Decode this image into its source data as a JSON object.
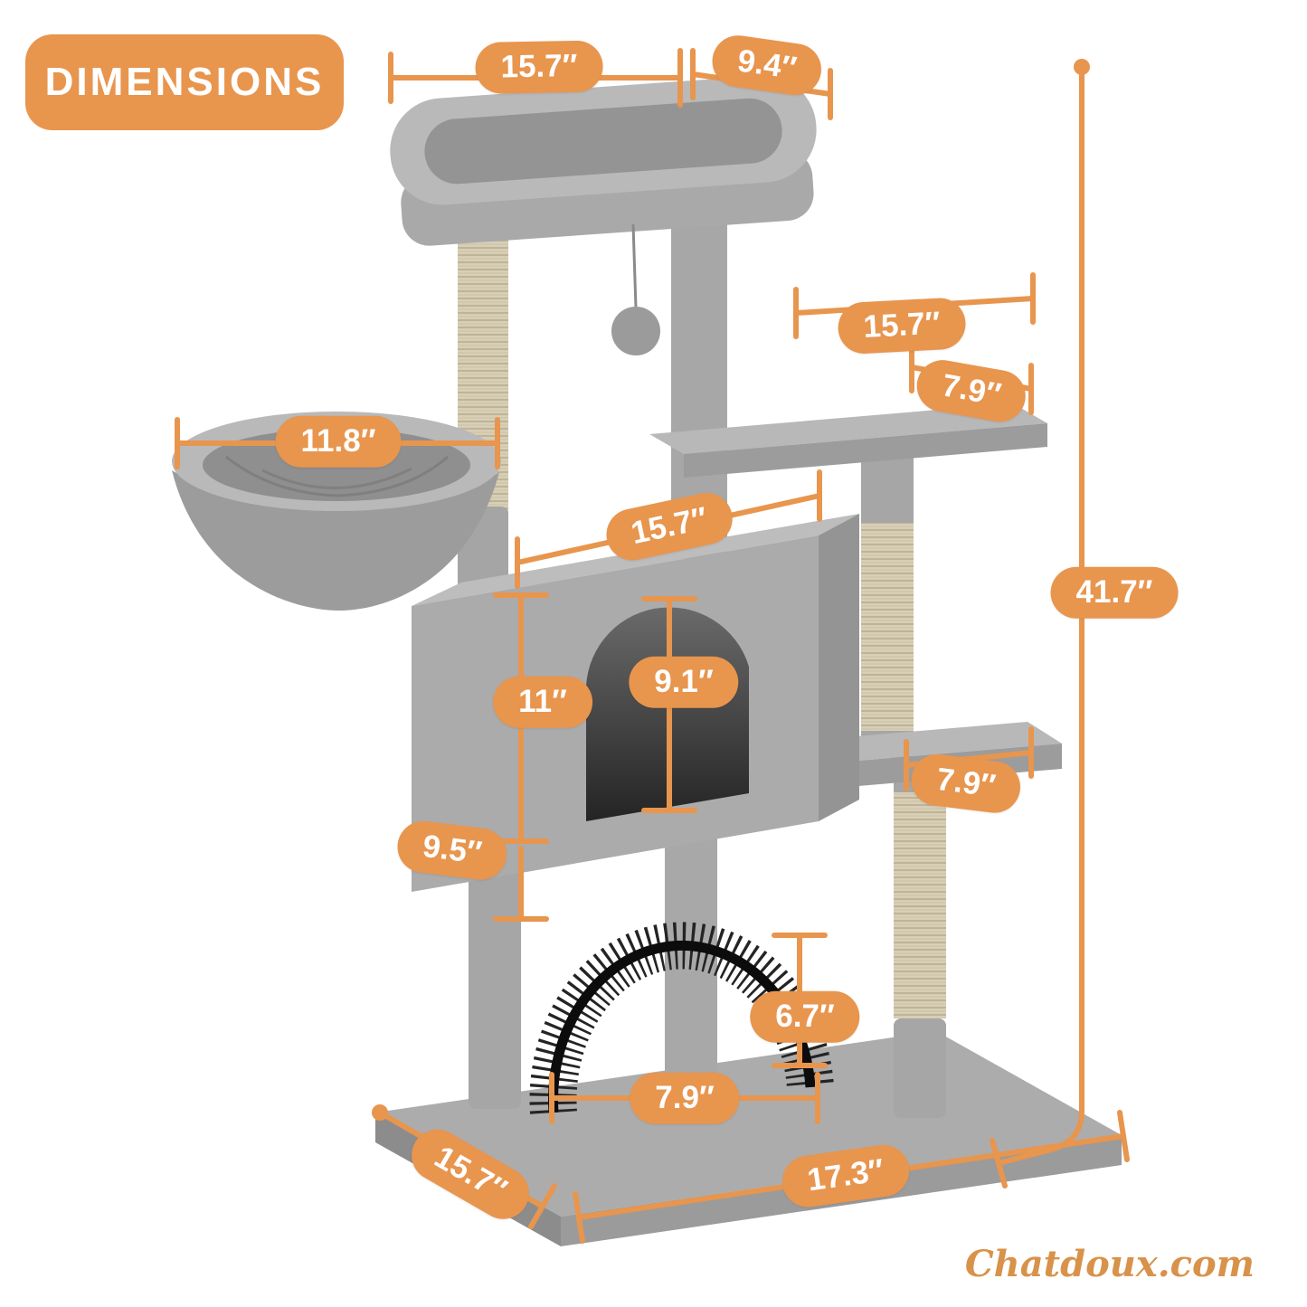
{
  "page": {
    "title": "DIMENSIONS",
    "watermark": "Chatdoux.com"
  },
  "colors": {
    "accent_orange": "#E8954E",
    "pill_text": "#FFFFFF",
    "tree_plush_gray": "#ABABAB",
    "tree_shadow_gray": "#8E8E8E",
    "sisal_beige": "#D9D0B8",
    "doorway_dark": "#242424",
    "groomer_brush_black": "#1A1A1A",
    "background": "#FFFFFF",
    "watermark_orange": "#D8924A"
  },
  "dimensions": {
    "top_perch_width": "15.7″",
    "top_perch_depth": "9.4″",
    "upper_platform_width": "15.7″",
    "upper_platform_depth": "7.9″",
    "basket_width": "11.8″",
    "condo_width": "15.7″",
    "condo_height": "11″",
    "door_height": "9.1″",
    "lower_platform_depth": "7.9″",
    "lower_section_height": "9.5″",
    "arch_height": "6.7″",
    "arch_width": "7.9″",
    "base_depth": "15.7″",
    "base_width": "17.3″",
    "total_height": "41.7″"
  }
}
